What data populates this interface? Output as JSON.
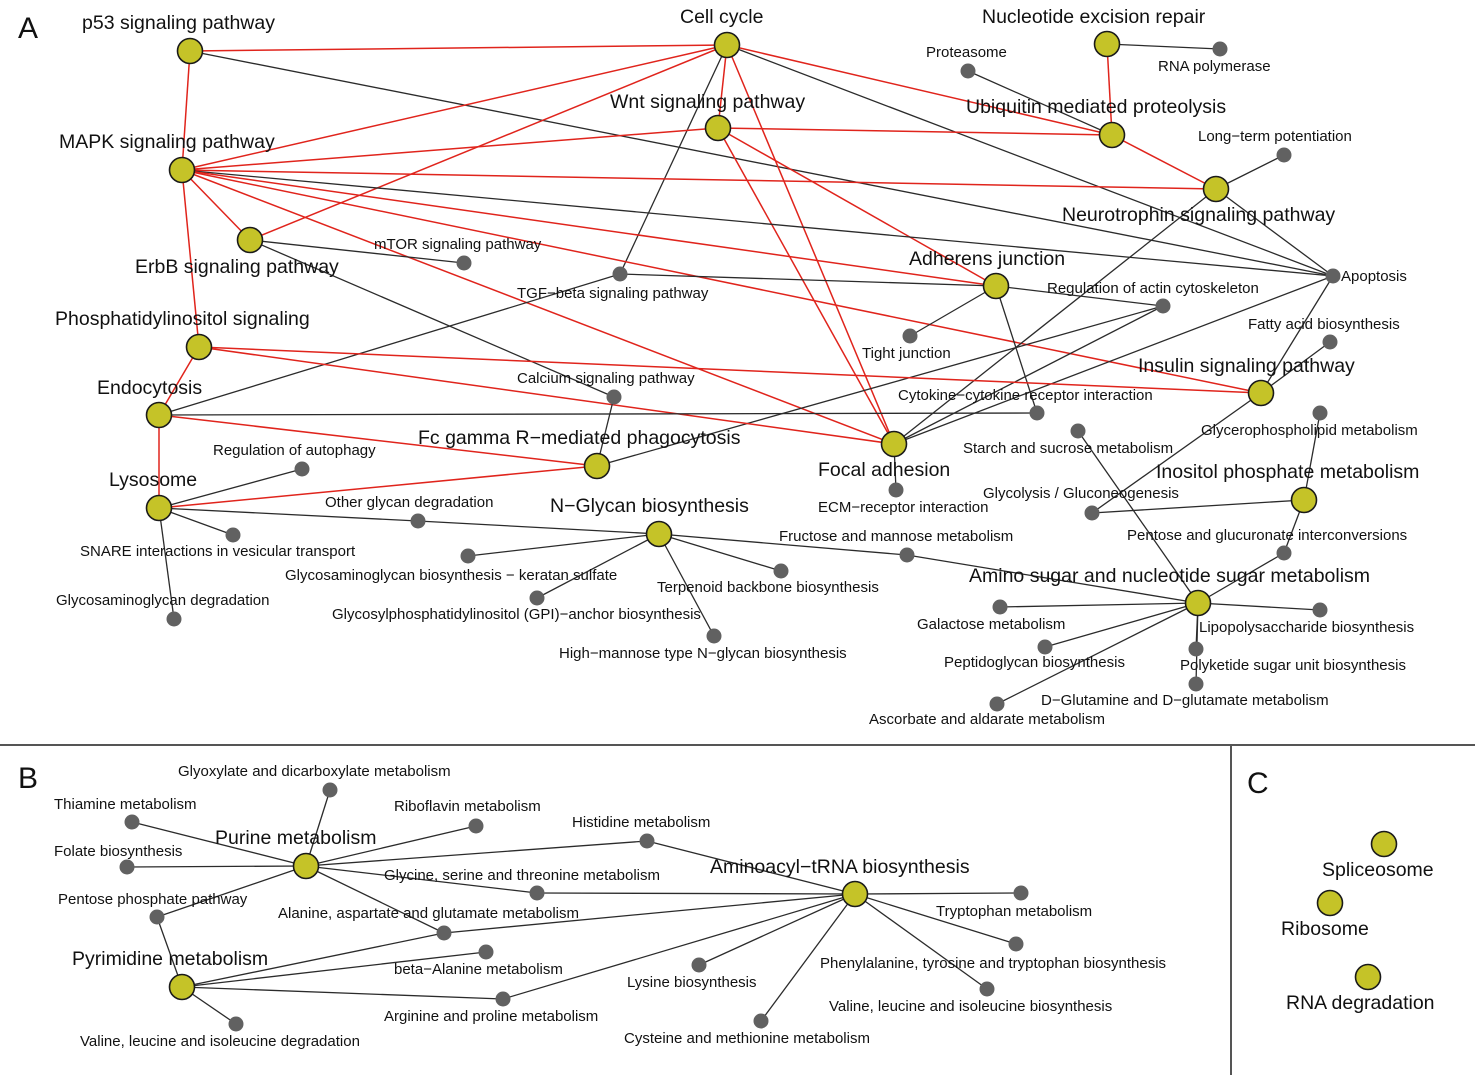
{
  "panels": [
    {
      "id": "A",
      "label": "A"
    },
    {
      "id": "B",
      "label": "B"
    },
    {
      "id": "C",
      "label": "C"
    }
  ],
  "colors": {
    "major_node_fill": "#c5c328",
    "minor_node_fill": "#616161",
    "edge_black": "#2b2b2b",
    "edge_red": "#e0241c",
    "divider": "#555555"
  },
  "nodes": [
    {
      "id": "p53",
      "label": "p53 signaling pathway",
      "kind": "major"
    },
    {
      "id": "cellcycle",
      "label": "Cell cycle",
      "kind": "major"
    },
    {
      "id": "ner",
      "label": "Nucleotide excision repair",
      "kind": "major"
    },
    {
      "id": "proteasome",
      "label": "Proteasome",
      "kind": "minor"
    },
    {
      "id": "rnapol",
      "label": "RNA polymerase",
      "kind": "minor"
    },
    {
      "id": "wnt",
      "label": "Wnt signaling pathway",
      "kind": "major"
    },
    {
      "id": "ubiq",
      "label": "Ubiquitin mediated proteolysis",
      "kind": "major"
    },
    {
      "id": "mapk",
      "label": "MAPK signaling pathway",
      "kind": "major"
    },
    {
      "id": "ltp",
      "label": "Long−term potentiation",
      "kind": "minor"
    },
    {
      "id": "neurotrophin",
      "label": "Neurotrophin signaling pathway",
      "kind": "major"
    },
    {
      "id": "erbb",
      "label": "ErbB signaling pathway",
      "kind": "major"
    },
    {
      "id": "mtor",
      "label": "mTOR signaling pathway",
      "kind": "minor"
    },
    {
      "id": "tgfb",
      "label": "TGF−beta signaling pathway",
      "kind": "minor"
    },
    {
      "id": "adherens",
      "label": "Adherens junction",
      "kind": "major"
    },
    {
      "id": "apoptosis",
      "label": "Apoptosis",
      "kind": "minor"
    },
    {
      "id": "actin",
      "label": "Regulation of actin cytoskeleton",
      "kind": "minor"
    },
    {
      "id": "phosphatidyl",
      "label": "Phosphatidylinositol signaling",
      "kind": "major"
    },
    {
      "id": "tightjunction",
      "label": "Tight junction",
      "kind": "minor"
    },
    {
      "id": "fattyacid",
      "label": "Fatty acid biosynthesis",
      "kind": "minor"
    },
    {
      "id": "endocytosis",
      "label": "Endocytosis",
      "kind": "major"
    },
    {
      "id": "calcium",
      "label": "Calcium signaling pathway",
      "kind": "minor"
    },
    {
      "id": "insulin",
      "label": "Insulin signaling pathway",
      "kind": "major"
    },
    {
      "id": "cytokine",
      "label": "Cytokine−cytokine receptor interaction",
      "kind": "minor"
    },
    {
      "id": "fcgamma",
      "label": "Fc gamma R−mediated phagocytosis",
      "kind": "major"
    },
    {
      "id": "focal",
      "label": "Focal adhesion",
      "kind": "major"
    },
    {
      "id": "starch",
      "label": "Starch and sucrose metabolism",
      "kind": "minor"
    },
    {
      "id": "glycerophos",
      "label": "Glycerophospholipid metabolism",
      "kind": "minor"
    },
    {
      "id": "autophagy",
      "label": "Regulation of autophagy",
      "kind": "minor"
    },
    {
      "id": "lysosome",
      "label": "Lysosome",
      "kind": "major"
    },
    {
      "id": "ecm",
      "label": "ECM−receptor interaction",
      "kind": "minor"
    },
    {
      "id": "inositol",
      "label": "Inositol phosphate metabolism",
      "kind": "major"
    },
    {
      "id": "glycolysis",
      "label": "Glycolysis / Gluconeogenesis",
      "kind": "minor"
    },
    {
      "id": "otherglycan",
      "label": "Other glycan degradation",
      "kind": "minor"
    },
    {
      "id": "nglycan",
      "label": "N−Glycan biosynthesis",
      "kind": "major"
    },
    {
      "id": "snare",
      "label": "SNARE interactions in vesicular transport",
      "kind": "minor"
    },
    {
      "id": "fructose",
      "label": "Fructose and mannose metabolism",
      "kind": "minor"
    },
    {
      "id": "pentoseglucur",
      "label": "Pentose and glucuronate interconversions",
      "kind": "minor"
    },
    {
      "id": "keratan",
      "label": "Glycosaminoglycan biosynthesis − keratan sulfate",
      "kind": "minor"
    },
    {
      "id": "terpenoid",
      "label": "Terpenoid backbone biosynthesis",
      "kind": "minor"
    },
    {
      "id": "aminosugar",
      "label": "Amino sugar and nucleotide sugar metabolism",
      "kind": "major"
    },
    {
      "id": "gagdeg",
      "label": "Glycosaminoglycan degradation",
      "kind": "minor"
    },
    {
      "id": "gpi",
      "label": "Glycosylphosphatidylinositol (GPI)−anchor biosynthesis",
      "kind": "minor"
    },
    {
      "id": "galactose",
      "label": "Galactose metabolism",
      "kind": "minor"
    },
    {
      "id": "lps",
      "label": "Lipopolysaccharide biosynthesis",
      "kind": "minor"
    },
    {
      "id": "highmannose",
      "label": "High−mannose type N−glycan biosynthesis",
      "kind": "minor"
    },
    {
      "id": "peptidoglycan",
      "label": "Peptidoglycan biosynthesis",
      "kind": "minor"
    },
    {
      "id": "polyketide",
      "label": "Polyketide sugar unit biosynthesis",
      "kind": "minor"
    },
    {
      "id": "dglutamine",
      "label": "D−Glutamine and D−glutamate metabolism",
      "kind": "minor"
    },
    {
      "id": "ascorbate",
      "label": "Ascorbate and aldarate metabolism",
      "kind": "minor"
    },
    {
      "id": "glyoxylate",
      "label": "Glyoxylate and dicarboxylate metabolism",
      "kind": "minor"
    },
    {
      "id": "thiamine",
      "label": "Thiamine metabolism",
      "kind": "minor"
    },
    {
      "id": "riboflavin",
      "label": "Riboflavin metabolism",
      "kind": "minor"
    },
    {
      "id": "purine",
      "label": "Purine metabolism",
      "kind": "major"
    },
    {
      "id": "histidine",
      "label": "Histidine metabolism",
      "kind": "minor"
    },
    {
      "id": "folate",
      "label": "Folate biosynthesis",
      "kind": "minor"
    },
    {
      "id": "aminoacyl",
      "label": "Aminoacyl−tRNA biosynthesis",
      "kind": "major"
    },
    {
      "id": "glycine",
      "label": "Glycine, serine and threonine metabolism",
      "kind": "minor"
    },
    {
      "id": "pentosephos",
      "label": "Pentose phosphate pathway",
      "kind": "minor"
    },
    {
      "id": "tryptophan",
      "label": "Tryptophan metabolism",
      "kind": "minor"
    },
    {
      "id": "alanine",
      "label": "Alanine, aspartate and glutamate metabolism",
      "kind": "minor"
    },
    {
      "id": "pyrimidine",
      "label": "Pyrimidine metabolism",
      "kind": "major"
    },
    {
      "id": "phe",
      "label": "Phenylalanine, tyrosine and tryptophan biosynthesis",
      "kind": "minor"
    },
    {
      "id": "betaalanine",
      "label": "beta−Alanine metabolism",
      "kind": "minor"
    },
    {
      "id": "lysine",
      "label": "Lysine biosynthesis",
      "kind": "minor"
    },
    {
      "id": "valbio",
      "label": "Valine, leucine and isoleucine biosynthesis",
      "kind": "minor"
    },
    {
      "id": "arginine",
      "label": "Arginine and proline metabolism",
      "kind": "minor"
    },
    {
      "id": "cysteine",
      "label": "Cysteine and methionine metabolism",
      "kind": "minor"
    },
    {
      "id": "valdeg",
      "label": "Valine, leucine and isoleucine degradation",
      "kind": "minor"
    },
    {
      "id": "spliceosome",
      "label": "Spliceosome",
      "kind": "major"
    },
    {
      "id": "ribosome",
      "label": "Ribosome",
      "kind": "major"
    },
    {
      "id": "rnadeg",
      "label": "RNA degradation",
      "kind": "major"
    }
  ],
  "edges": [
    {
      "from": "p53",
      "to": "cellcycle",
      "color": "red"
    },
    {
      "from": "p53",
      "to": "mapk",
      "color": "red"
    },
    {
      "from": "p53",
      "to": "apoptosis",
      "color": "black"
    },
    {
      "from": "cellcycle",
      "to": "mapk",
      "color": "red"
    },
    {
      "from": "cellcycle",
      "to": "erbb",
      "color": "red"
    },
    {
      "from": "cellcycle",
      "to": "wnt",
      "color": "red"
    },
    {
      "from": "cellcycle",
      "to": "ubiq",
      "color": "red"
    },
    {
      "from": "cellcycle",
      "to": "focal",
      "color": "red"
    },
    {
      "from": "cellcycle",
      "to": "apoptosis",
      "color": "black"
    },
    {
      "from": "cellcycle",
      "to": "tgfb",
      "color": "black"
    },
    {
      "from": "wnt",
      "to": "focal",
      "color": "red"
    },
    {
      "from": "wnt",
      "to": "ubiq",
      "color": "red"
    },
    {
      "from": "wnt",
      "to": "adherens",
      "color": "red"
    },
    {
      "from": "ner",
      "to": "rnapol",
      "color": "black"
    },
    {
      "from": "ner",
      "to": "ubiq",
      "color": "red"
    },
    {
      "from": "proteasome",
      "to": "ubiq",
      "color": "black"
    },
    {
      "from": "ubiq",
      "to": "neurotrophin",
      "color": "red"
    },
    {
      "from": "mapk",
      "to": "neurotrophin",
      "color": "red"
    },
    {
      "from": "mapk",
      "to": "apoptosis",
      "color": "black"
    },
    {
      "from": "mapk",
      "to": "wnt",
      "color": "red"
    },
    {
      "from": "mapk",
      "to": "erbb",
      "color": "red"
    },
    {
      "from": "mapk",
      "to": "adherens",
      "color": "red"
    },
    {
      "from": "mapk",
      "to": "insulin",
      "color": "red"
    },
    {
      "from": "mapk",
      "to": "focal",
      "color": "red"
    },
    {
      "from": "mapk",
      "to": "phosphatidyl",
      "color": "red"
    },
    {
      "from": "erbb",
      "to": "mtor",
      "color": "black"
    },
    {
      "from": "erbb",
      "to": "calcium",
      "color": "black"
    },
    {
      "from": "neurotrophin",
      "to": "ltp",
      "color": "black"
    },
    {
      "from": "neurotrophin",
      "to": "apoptosis",
      "color": "black"
    },
    {
      "from": "neurotrophin",
      "to": "focal",
      "color": "black"
    },
    {
      "from": "tgfb",
      "to": "adherens",
      "color": "black"
    },
    {
      "from": "tgfb",
      "to": "endocytosis",
      "color": "black"
    },
    {
      "from": "adherens",
      "to": "actin",
      "color": "black"
    },
    {
      "from": "adherens",
      "to": "tightjunction",
      "color": "black"
    },
    {
      "from": "adherens",
      "to": "cytokine",
      "color": "black"
    },
    {
      "from": "actin",
      "to": "fcgamma",
      "color": "black"
    },
    {
      "from": "actin",
      "to": "focal",
      "color": "black"
    },
    {
      "from": "apoptosis",
      "to": "insulin",
      "color": "black"
    },
    {
      "from": "apoptosis",
      "to": "focal",
      "color": "black"
    },
    {
      "from": "phosphatidyl",
      "to": "endocytosis",
      "color": "red"
    },
    {
      "from": "phosphatidyl",
      "to": "insulin",
      "color": "red"
    },
    {
      "from": "phosphatidyl",
      "to": "focal",
      "color": "red"
    },
    {
      "from": "fattyacid",
      "to": "insulin",
      "color": "black"
    },
    {
      "from": "endocytosis",
      "to": "lysosome",
      "color": "red"
    },
    {
      "from": "endocytosis",
      "to": "fcgamma",
      "color": "red"
    },
    {
      "from": "endocytosis",
      "to": "cytokine",
      "color": "black"
    },
    {
      "from": "calcium",
      "to": "fcgamma",
      "color": "black"
    },
    {
      "from": "insulin",
      "to": "glycolysis",
      "color": "black"
    },
    {
      "from": "focal",
      "to": "ecm",
      "color": "black"
    },
    {
      "from": "lysosome",
      "to": "fcgamma",
      "color": "red"
    },
    {
      "from": "lysosome",
      "to": "autophagy",
      "color": "black"
    },
    {
      "from": "lysosome",
      "to": "snare",
      "color": "black"
    },
    {
      "from": "lysosome",
      "to": "gagdeg",
      "color": "black"
    },
    {
      "from": "lysosome",
      "to": "otherglycan",
      "color": "black"
    },
    {
      "from": "otherglycan",
      "to": "nglycan",
      "color": "black"
    },
    {
      "from": "nglycan",
      "to": "keratan",
      "color": "black"
    },
    {
      "from": "nglycan",
      "to": "terpenoid",
      "color": "black"
    },
    {
      "from": "nglycan",
      "to": "gpi",
      "color": "black"
    },
    {
      "from": "nglycan",
      "to": "highmannose",
      "color": "black"
    },
    {
      "from": "nglycan",
      "to": "fructose",
      "color": "black"
    },
    {
      "from": "fructose",
      "to": "aminosugar",
      "color": "black"
    },
    {
      "from": "starch",
      "to": "aminosugar",
      "color": "black"
    },
    {
      "from": "glycolysis",
      "to": "inositol",
      "color": "black"
    },
    {
      "from": "glycerophos",
      "to": "inositol",
      "color": "black"
    },
    {
      "from": "inositol",
      "to": "pentoseglucur",
      "color": "black"
    },
    {
      "from": "pentoseglucur",
      "to": "aminosugar",
      "color": "black"
    },
    {
      "from": "aminosugar",
      "to": "galactose",
      "color": "black"
    },
    {
      "from": "aminosugar",
      "to": "peptidoglycan",
      "color": "black"
    },
    {
      "from": "aminosugar",
      "to": "ascorbate",
      "color": "black"
    },
    {
      "from": "aminosugar",
      "to": "lps",
      "color": "black"
    },
    {
      "from": "aminosugar",
      "to": "polyketide",
      "color": "black"
    },
    {
      "from": "aminosugar",
      "to": "dglutamine",
      "color": "black"
    },
    {
      "from": "purine",
      "to": "glyoxylate",
      "color": "black"
    },
    {
      "from": "purine",
      "to": "thiamine",
      "color": "black"
    },
    {
      "from": "purine",
      "to": "riboflavin",
      "color": "black"
    },
    {
      "from": "purine",
      "to": "folate",
      "color": "black"
    },
    {
      "from": "purine",
      "to": "pentosephos",
      "color": "black"
    },
    {
      "from": "purine",
      "to": "glycine",
      "color": "black"
    },
    {
      "from": "purine",
      "to": "alanine",
      "color": "black"
    },
    {
      "from": "purine",
      "to": "histidine",
      "color": "black"
    },
    {
      "from": "pentosephos",
      "to": "pyrimidine",
      "color": "black"
    },
    {
      "from": "histidine",
      "to": "aminoacyl",
      "color": "black"
    },
    {
      "from": "glycine",
      "to": "aminoacyl",
      "color": "black"
    },
    {
      "from": "alanine",
      "to": "aminoacyl",
      "color": "black"
    },
    {
      "from": "alanine",
      "to": "pyrimidine",
      "color": "black"
    },
    {
      "from": "aminoacyl",
      "to": "tryptophan",
      "color": "black"
    },
    {
      "from": "aminoacyl",
      "to": "phe",
      "color": "black"
    },
    {
      "from": "aminoacyl",
      "to": "valbio",
      "color": "black"
    },
    {
      "from": "aminoacyl",
      "to": "lysine",
      "color": "black"
    },
    {
      "from": "aminoacyl",
      "to": "cysteine",
      "color": "black"
    },
    {
      "from": "aminoacyl",
      "to": "arginine",
      "color": "black"
    },
    {
      "from": "arginine",
      "to": "pyrimidine",
      "color": "black"
    },
    {
      "from": "pyrimidine",
      "to": "betaalanine",
      "color": "black"
    },
    {
      "from": "pyrimidine",
      "to": "valdeg",
      "color": "black"
    }
  ]
}
